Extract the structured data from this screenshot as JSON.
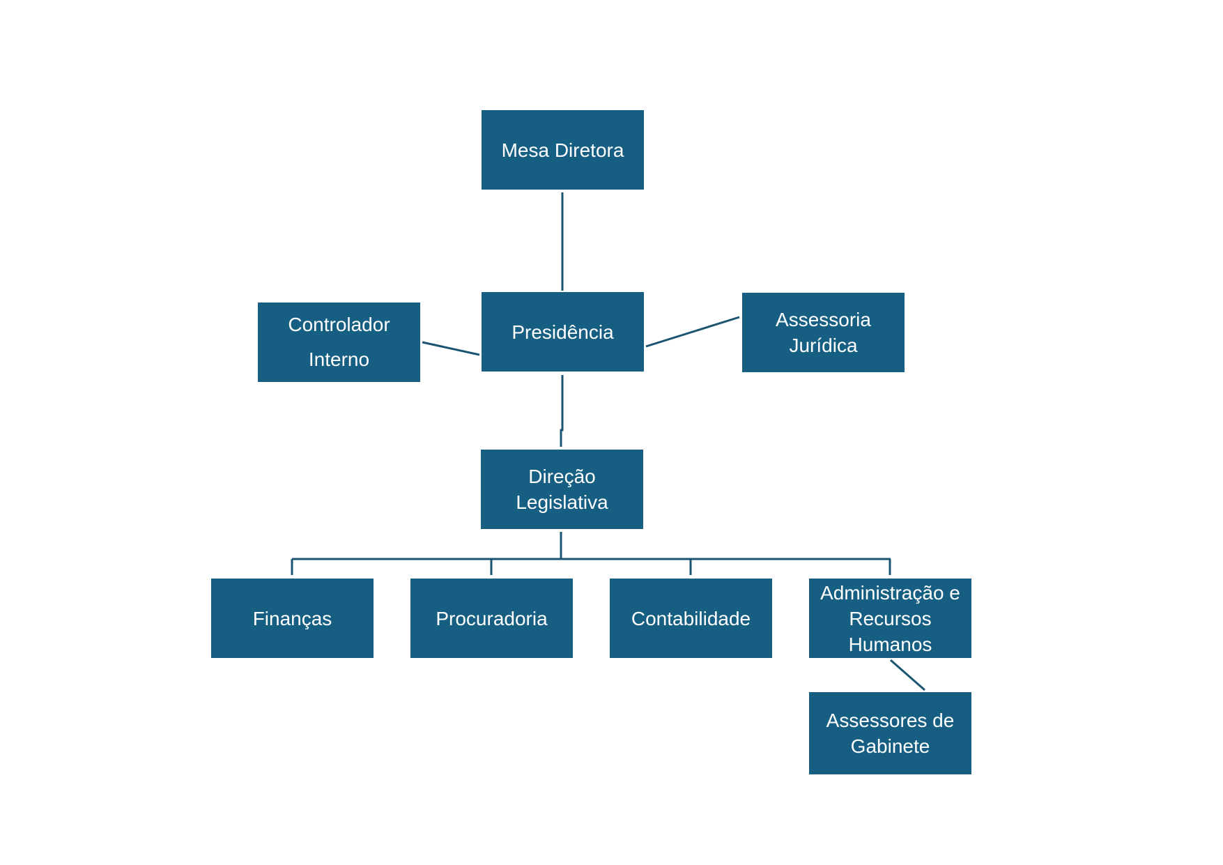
{
  "colors": {
    "box_fill": "#175f82",
    "box_text": "#ffffff",
    "connector": "#1a5470",
    "background": "#ffffff"
  },
  "org_chart": {
    "mesa_diretora": "Mesa Diretora",
    "presidencia": "Presidência",
    "controlador_interno": "Controlador\nInterno",
    "assessoria_juridica": "Assessoria\nJurídica",
    "direcao_legislativa": "Direção\nLegislativa",
    "financas": "Finanças",
    "procuradoria": "Procuradoria",
    "contabilidade": "Contabilidade",
    "administracao_rh": "Administração e\nRecursos\nHumanos",
    "assessores_gabinete": "Assessores de\nGabinete"
  }
}
